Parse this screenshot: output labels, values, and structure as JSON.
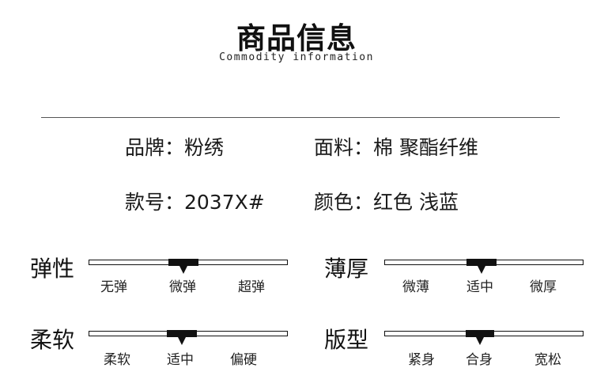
{
  "header": {
    "title": "商品信息",
    "subtitle": "Commodity information"
  },
  "info": {
    "brand": "品牌：粉绣",
    "fabric": "面料：棉 聚酯纤维",
    "model": "款号：2037X#",
    "color": "颜色：红色 浅蓝"
  },
  "attributes": [
    {
      "label": "弹性",
      "options": [
        "无弹",
        "微弹",
        "超弹"
      ],
      "selected": 1
    },
    {
      "label": "薄厚",
      "options": [
        "微薄",
        "适中",
        "微厚"
      ],
      "selected": 1
    },
    {
      "label": "柔软",
      "options": [
        "柔软",
        "适中",
        "偏硬"
      ],
      "selected": 1
    },
    {
      "label": "版型",
      "options": [
        "紧身",
        "合身",
        "宽松"
      ],
      "selected": 1
    }
  ]
}
